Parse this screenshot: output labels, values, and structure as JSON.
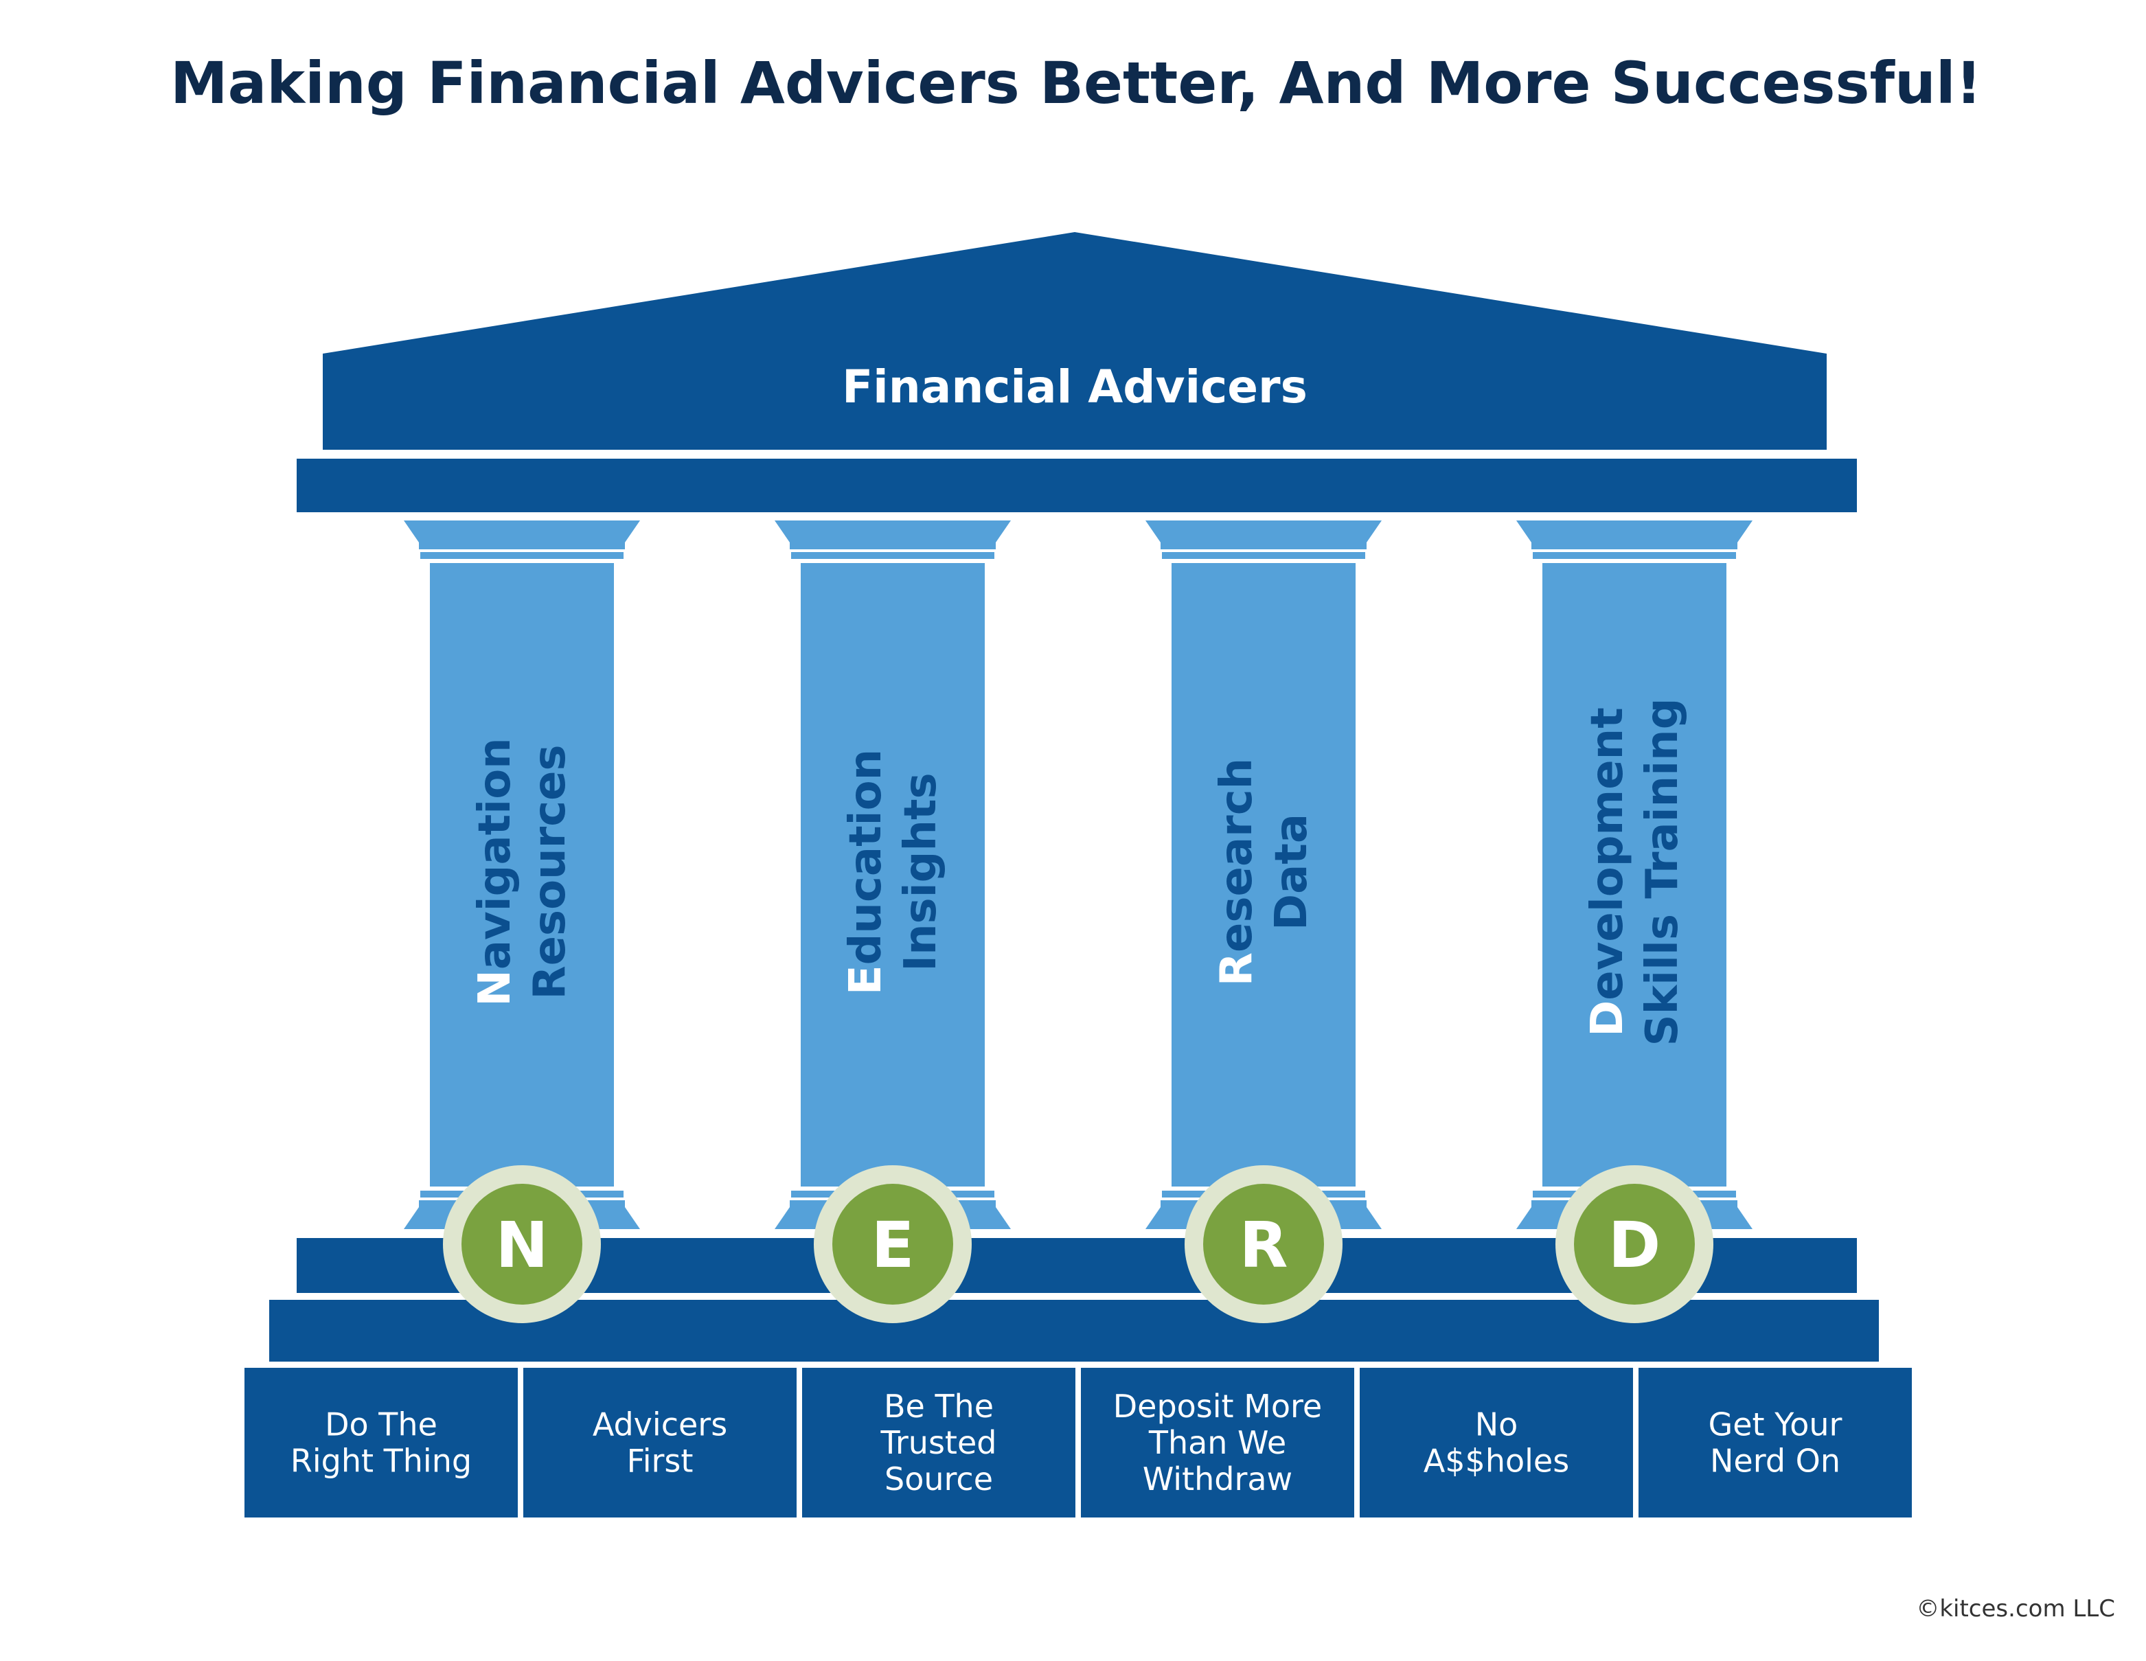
{
  "title": "Making Financial Advicers Better, And More Successful!",
  "roof_label": "Financial Advicers",
  "pillars": [
    {
      "letter": "N",
      "line1_first": "N",
      "line1_rest": "avigation",
      "line2": "Resources"
    },
    {
      "letter": "E",
      "line1_first": "E",
      "line1_rest": "ducation",
      "line2": "Insights"
    },
    {
      "letter": "R",
      "line1_first": "R",
      "line1_rest": "esearch",
      "line2": "Data"
    },
    {
      "letter": "D",
      "line1_first": "D",
      "line1_rest": "evelopment",
      "line2": "Skills Training"
    }
  ],
  "values": [
    [
      "Do The",
      "Right Thing"
    ],
    [
      "Advicers",
      "First"
    ],
    [
      "Be The",
      "Trusted",
      "Source"
    ],
    [
      "Deposit More",
      "Than We",
      "Withdraw"
    ],
    [
      "No",
      "A$$holes"
    ],
    [
      "Get Your",
      "Nerd On"
    ]
  ],
  "copyright": "©kitces.com LLC",
  "colors": {
    "navy": "#0b5394",
    "navy_dark": "#0e2a4c",
    "pillar_blue": "#55a1d9",
    "pillar_text": "#0b4f8f",
    "badge_green": "#7aa240",
    "badge_ring": "#dfe6cf",
    "white": "#ffffff"
  }
}
